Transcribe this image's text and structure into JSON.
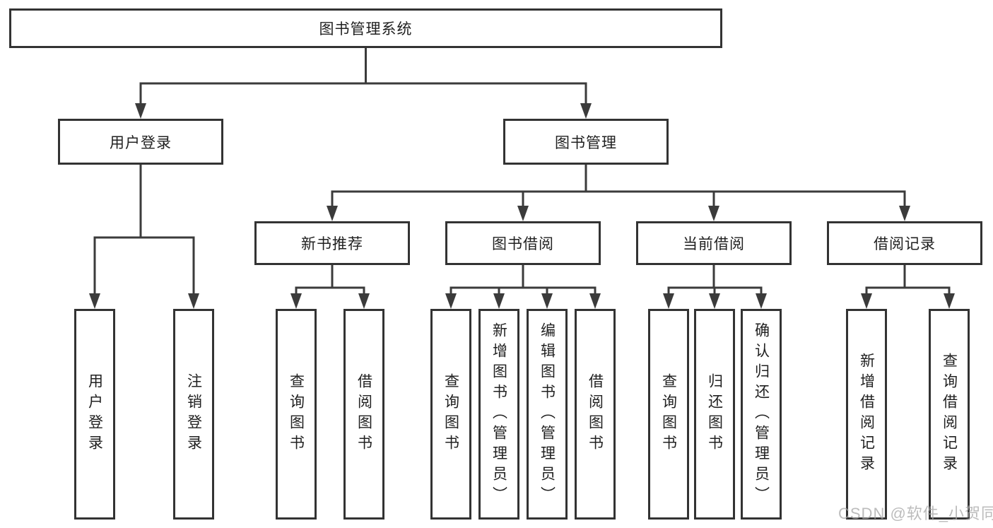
{
  "tree": {
    "root": "图书管理系统",
    "branches": [
      {
        "label": "用户登录",
        "leaves": [
          "用户登录",
          "注销登录"
        ]
      },
      {
        "label": "图书管理",
        "groups": [
          {
            "label": "新书推荐",
            "leaves": [
              "查询图书",
              "借阅图书"
            ]
          },
          {
            "label": "图书借阅",
            "leaves": [
              "查询图书",
              "新增图书（管理员）",
              "编辑图书（管理员）",
              "借阅图书"
            ]
          },
          {
            "label": "当前借阅",
            "leaves": [
              "查询图书",
              "归还图书",
              "确认归还（管理员）"
            ]
          },
          {
            "label": "借阅记录",
            "leaves": [
              "新增借阅记录",
              "查询借阅记录"
            ]
          }
        ]
      }
    ]
  },
  "watermark": "CSDN @软件_小贺同学",
  "colors": {
    "line": "#3b3b3b",
    "box_border": "#333333",
    "text": "#212121",
    "watermark": "#a6a6a6",
    "background": "#ffffff"
  }
}
